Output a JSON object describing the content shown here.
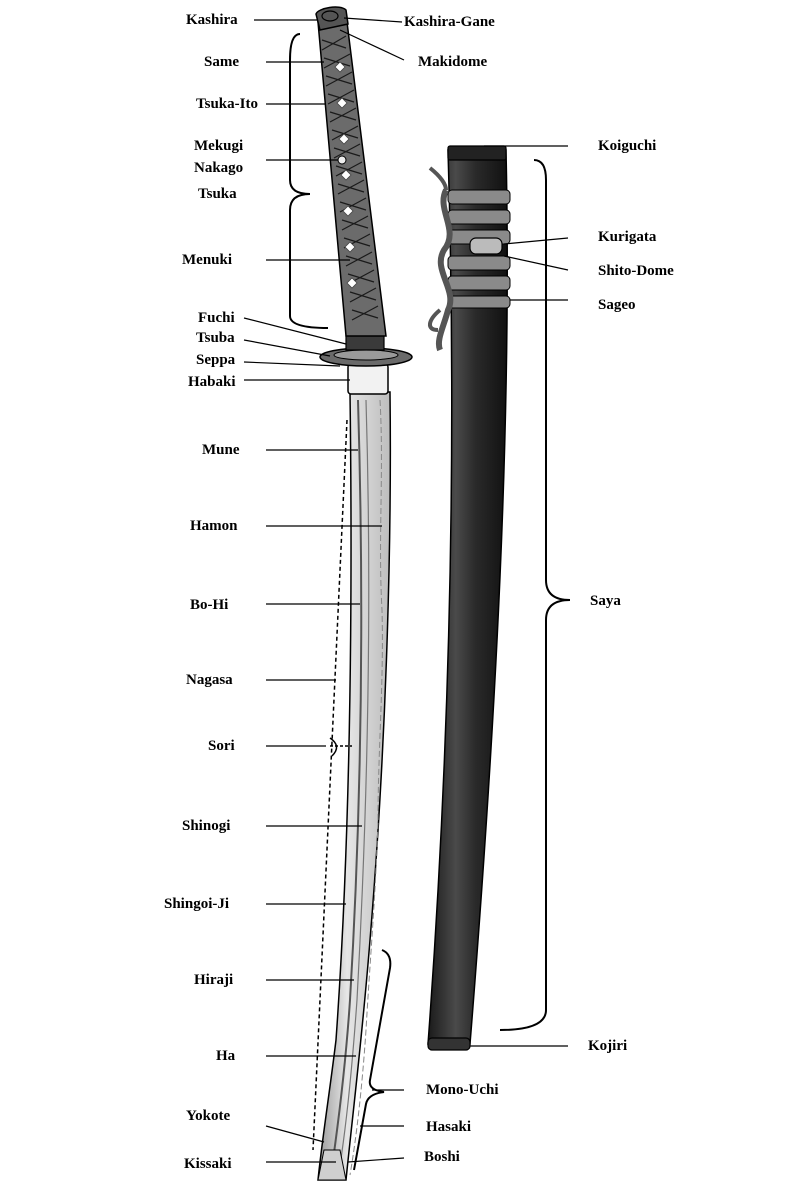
{
  "sword_labels": {
    "kashira": "Kashira",
    "same": "Same",
    "tsuka_ito": "Tsuka-Ito",
    "mekugi": "Mekugi",
    "nakago": "Nakago",
    "tsuka": "Tsuka",
    "menuki": "Menuki",
    "fuchi": "Fuchi",
    "tsuba": "Tsuba",
    "seppa": "Seppa",
    "habaki": "Habaki",
    "mune": "Mune",
    "hamon": "Hamon",
    "bo_hi": "Bo-Hi",
    "nagasa": "Nagasa",
    "sori": "Sori",
    "shinogi": "Shinogi",
    "shingoi_ji": "Shingoi-Ji",
    "hiraji": "Hiraji",
    "ha": "Ha",
    "yokote": "Yokote",
    "kissaki": "Kissaki",
    "kashira_gane": "Kashira-Gane",
    "makidome": "Makidome",
    "mono_uchi": "Mono-Uchi",
    "hasaki": "Hasaki",
    "boshi": "Boshi"
  },
  "saya_labels": {
    "koiguchi": "Koiguchi",
    "kurigata": "Kurigata",
    "shito_dome": "Shito-Dome",
    "sageo": "Sageo",
    "saya": "Saya",
    "kojiri": "Kojiri"
  },
  "colors": {
    "ink": "#000000",
    "handle_wrap": "#6b6b6b",
    "scabbard": "#2a2a2a",
    "blade": "#d9d9d9",
    "habaki": "#f2f2f2"
  }
}
